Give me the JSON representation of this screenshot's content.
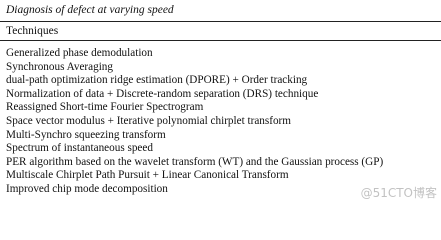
{
  "caption": "Diagnosis of defect at varying speed",
  "header": "Techniques",
  "rows": [
    "Generalized phase demodulation",
    "Synchronous Averaging",
    "dual-path optimization ridge estimation (DPORE) + Order tracking",
    "Normalization of data + Discrete-random separation (DRS) technique",
    "Reassigned Short-time Fourier Spectrogram",
    "Space vector modulus + Iterative polynomial chirplet transform",
    "Multi-Synchro squeezing transform",
    "Spectrum of instantaneous speed",
    "PER algorithm based on the wavelet transform (WT) and the Gaussian process (GP)",
    "Multiscale Chirplet Path Pursuit + Linear Canonical Transform",
    "Improved chip mode decomposition"
  ],
  "watermark": "@51CTO博客"
}
